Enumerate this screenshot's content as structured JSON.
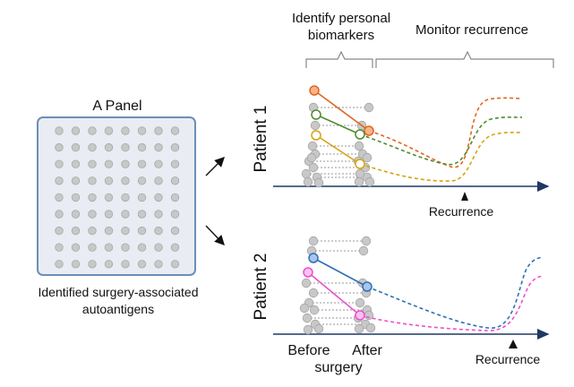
{
  "header": {
    "phase1": [
      "Identify personal",
      "biomarkers"
    ],
    "phase2": "Monitor  recurrence"
  },
  "panel": {
    "title": "A Panel",
    "caption": [
      "Identified surgery-associated",
      "autoantigens"
    ],
    "grid_rows": 9,
    "grid_cols": 8
  },
  "patients": [
    {
      "label": "Patient 1",
      "recurrence_label": "Recurrence"
    },
    {
      "label": "Patient 2",
      "recurrence_label": "Recurrence"
    }
  ],
  "xlabels": {
    "before": "Before",
    "after": "After",
    "surgery": "surgery"
  },
  "colors": {
    "orange": "#e2651f",
    "green": "#4f8a2e",
    "yellow": "#d6a411",
    "blue": "#2f6fb5",
    "pink": "#ec4fd0",
    "gray_dot": "#c8c8c8",
    "panel_border": "#6b8fb8",
    "panel_fill": "#e9edf3"
  }
}
